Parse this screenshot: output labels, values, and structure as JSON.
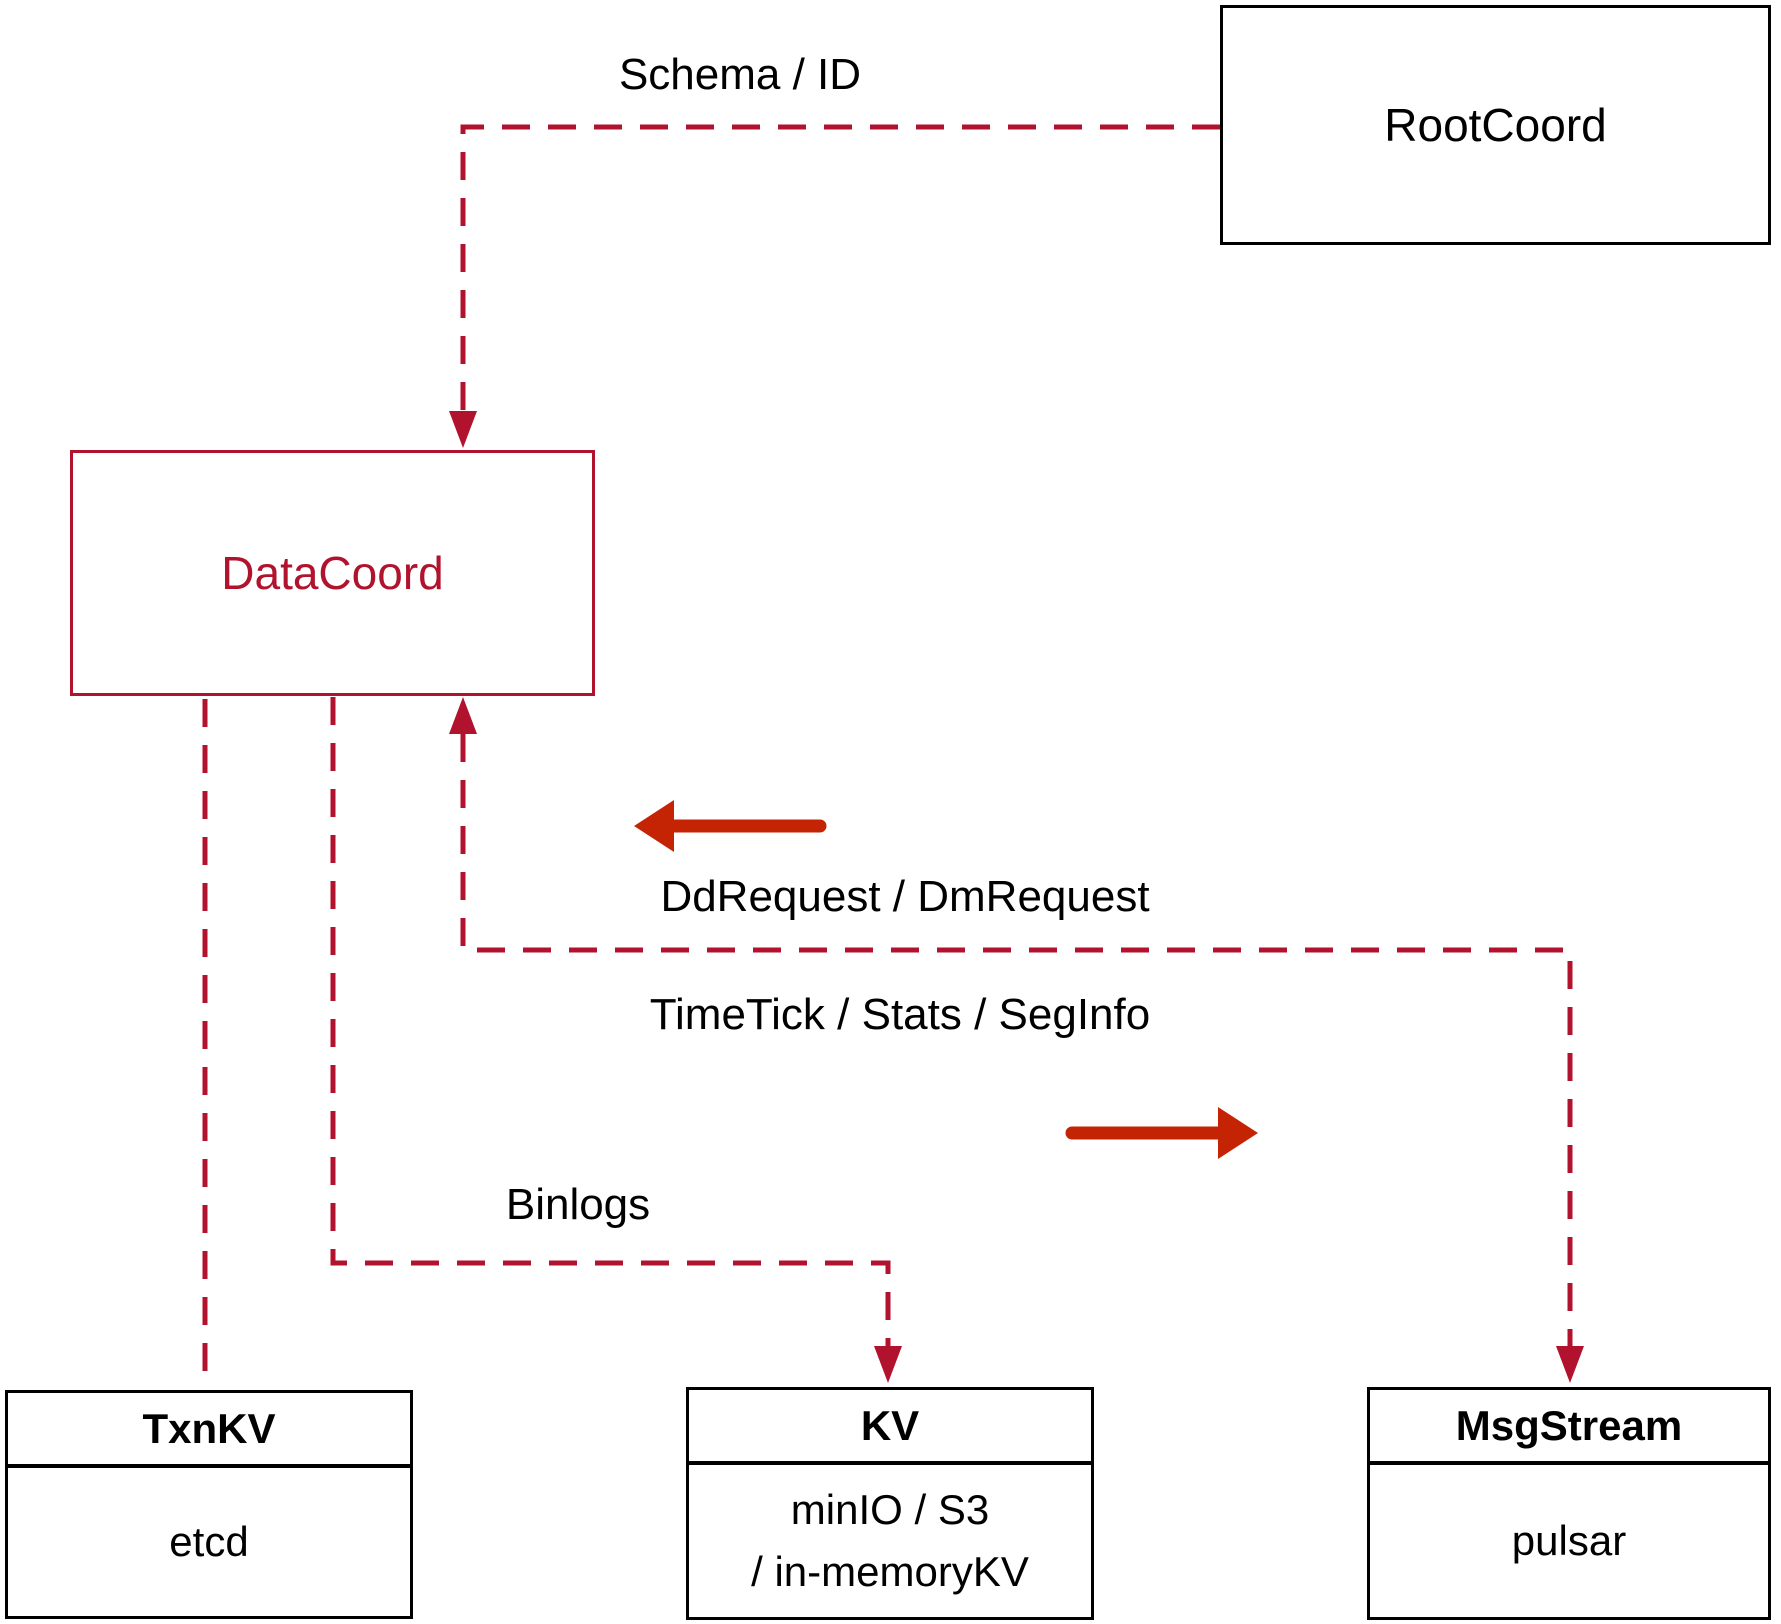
{
  "diagram": {
    "nodes": {
      "rootcoord": {
        "label": "RootCoord"
      },
      "datacoord": {
        "label": "DataCoord"
      },
      "txnkv": {
        "title": "TxnKV",
        "body": "etcd"
      },
      "kv": {
        "title": "KV",
        "body_lines": [
          "minIO / S3",
          "/ in-memoryKV"
        ]
      },
      "msgstream": {
        "title": "MsgStream",
        "body": "pulsar"
      }
    },
    "edge_labels": {
      "schema": "Schema / ID",
      "dd_request": "DdRequest / DmRequest",
      "time_tick": "TimeTick / Stats / SegInfo",
      "binlogs": "Binlogs"
    },
    "colors": {
      "dashed_line": "#b1122d",
      "solid_arrow": "#c42404",
      "datacoord_accent": "#b1122d",
      "node_border_dark": "#000000",
      "text": "#000000",
      "background": "#ffffff"
    }
  }
}
